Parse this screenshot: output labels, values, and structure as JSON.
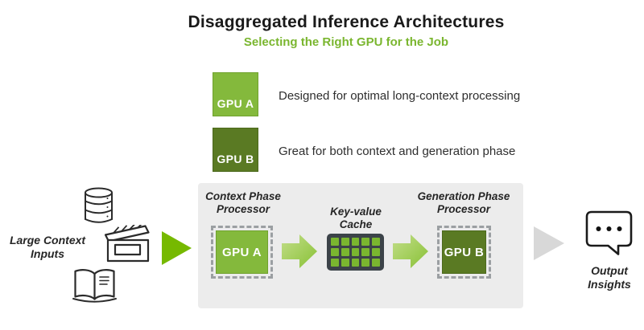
{
  "header": {
    "title": "Disaggregated Inference Architectures",
    "subtitle": "Selecting the Right GPU for the Job"
  },
  "legend": {
    "items": [
      {
        "label": "GPU A",
        "description": "Designed for optimal long-context processing",
        "color": "#84b93c"
      },
      {
        "label": "GPU B",
        "description": "Great for both context and generation phase",
        "color": "#5a7a23"
      }
    ]
  },
  "flow": {
    "input": {
      "label": "Large Context Inputs",
      "icons": [
        "database-icon",
        "clapperboard-icon",
        "open-book-icon"
      ]
    },
    "context": {
      "label": "Context Phase Processor",
      "gpu": "GPU A"
    },
    "cache": {
      "label": "Key-value Cache",
      "cells": 15,
      "grid": "5x3"
    },
    "generation": {
      "label": "Generation Phase Processor",
      "gpu": "GPU B"
    },
    "output": {
      "label": "Output Insights",
      "icon": "speech-bubble-icon"
    }
  },
  "colors": {
    "nvidia_green": "#76b900",
    "gpu_a_green": "#84b93c",
    "gpu_b_green": "#5a7a23",
    "subtitle_green": "#7ab62f",
    "panel_gray": "#ececec",
    "cache_dark": "#3c4349",
    "arrow_gradient_light": "#c3de8a",
    "arrow_gradient_dark": "#88c135",
    "gray_arrow": "#d8d8d8"
  }
}
